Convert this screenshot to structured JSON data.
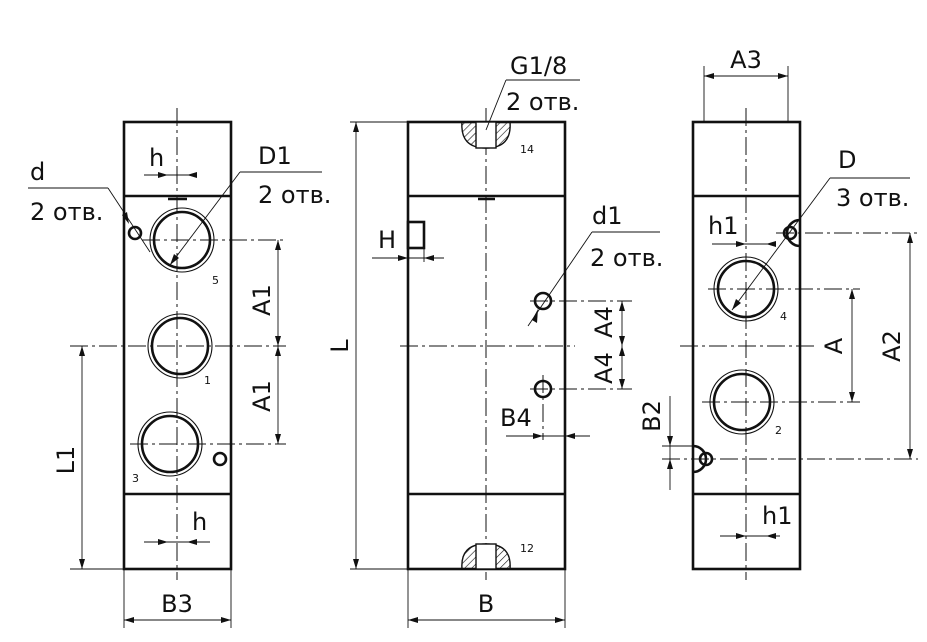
{
  "drawing": {
    "left_view": {
      "dim_h_top": "h",
      "dim_d1": "D1",
      "dim_d1_qty": "2 отв.",
      "dim_d": "d",
      "dim_d_qty": "2 отв.",
      "dim_a1_upper": "A1",
      "dim_a1_lower": "A1",
      "dim_l1": "L1",
      "dim_h_bottom": "h",
      "dim_b3": "B3",
      "port_5": "5",
      "port_1": "1",
      "port_3": "3"
    },
    "middle_view": {
      "dim_g": "G1/8",
      "dim_g_qty": "2 отв.",
      "dim_h_upper": "H",
      "dim_l": "L",
      "dim_d1": "d1",
      "dim_d1_qty": "2 отв.",
      "dim_a4_upper": "A4",
      "dim_a4_lower": "A4",
      "dim_b4": "B4",
      "dim_b": "B",
      "port_14": "14",
      "port_12": "12"
    },
    "right_view": {
      "dim_a3": "A3",
      "dim_d": "D",
      "dim_d_qty": "3 отв.",
      "dim_h1_top": "h1",
      "dim_a": "A",
      "dim_a2": "A2",
      "dim_b2": "B2",
      "dim_h1_bottom": "h1",
      "port_4": "4",
      "port_2": "2"
    }
  }
}
